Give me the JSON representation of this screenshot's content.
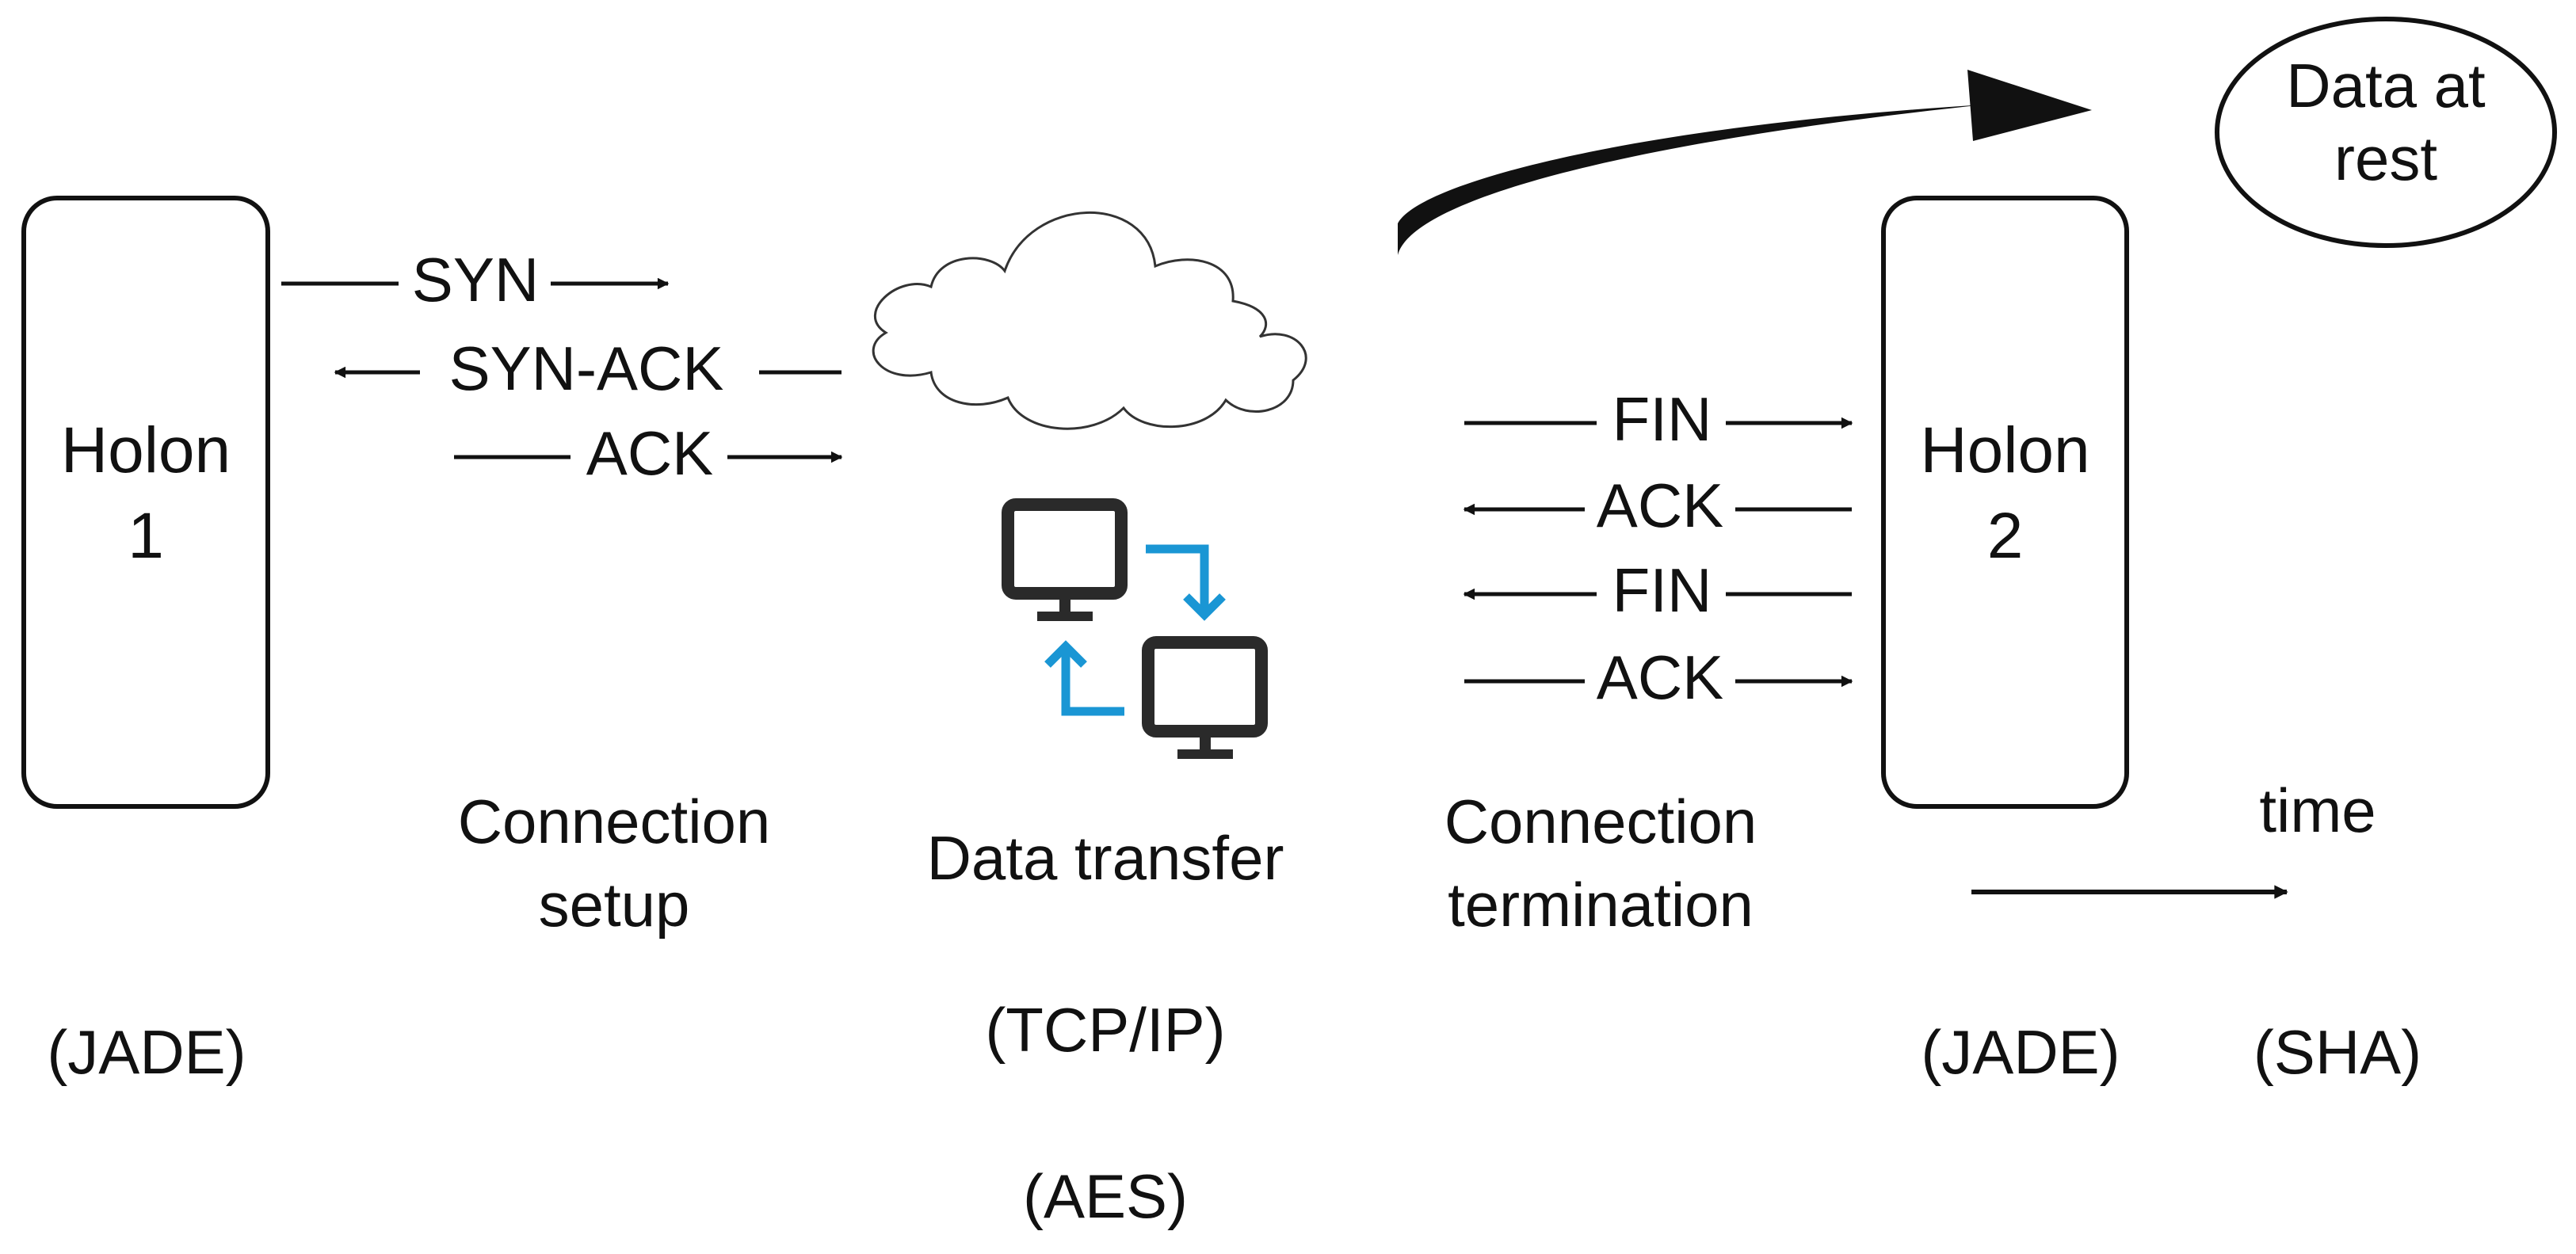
{
  "holons": {
    "left": {
      "title": "Holon",
      "number": "1",
      "platform": "(JADE)"
    },
    "right": {
      "title": "Holon",
      "number": "2",
      "platform": "(JADE)"
    }
  },
  "setup": {
    "messages": [
      "SYN",
      "SYN-ACK",
      "ACK"
    ],
    "caption_line1": "Connection",
    "caption_line2": "setup"
  },
  "transfer": {
    "caption": "Data transfer",
    "protocol": "(TCP/IP)",
    "encryption": "(AES)",
    "icon_color": "#1a96d4"
  },
  "termination": {
    "messages": [
      "FIN",
      "ACK",
      "FIN",
      "ACK"
    ],
    "caption_line1": "Connection",
    "caption_line2": "termination"
  },
  "storage": {
    "line1": "Data at",
    "line2": "rest",
    "hash": "(SHA)"
  },
  "time_axis": {
    "label": "time"
  }
}
